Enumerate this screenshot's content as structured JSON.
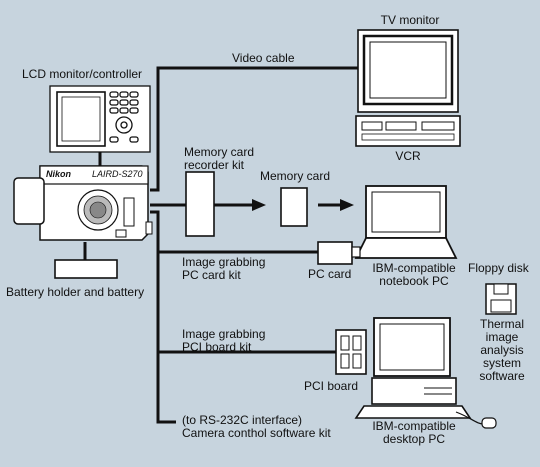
{
  "labels": {
    "tv_monitor": "TV monitor",
    "lcd": "LCD monitor/controller",
    "video_cable": "Video cable",
    "vcr": "VCR",
    "mem_kit": "Memory card\nrecorder kit",
    "mem_card": "Memory card",
    "battery": "Battery holder and battery",
    "grab_pc": "Image grabbing\nPC card kit",
    "pc_card": "PC card",
    "notebook": "IBM-compatible\nnotebook PC",
    "floppy": "Floppy disk",
    "software": "Thermal\nimage\nanalysis\nsystem\nsoftware",
    "grab_pci": "Image grabbing\nPCI board kit",
    "pci_board": "PCI board",
    "desktop": "IBM-compatible\ndesktop PC",
    "rs232": "(to RS-232C interface)\nCamera conthol software kit"
  },
  "camera": {
    "brand": "Nikon",
    "model": "LAIRD-S270"
  },
  "colors": {
    "background": "#c7d4de",
    "line": "#111111",
    "device": "#ffffff"
  }
}
